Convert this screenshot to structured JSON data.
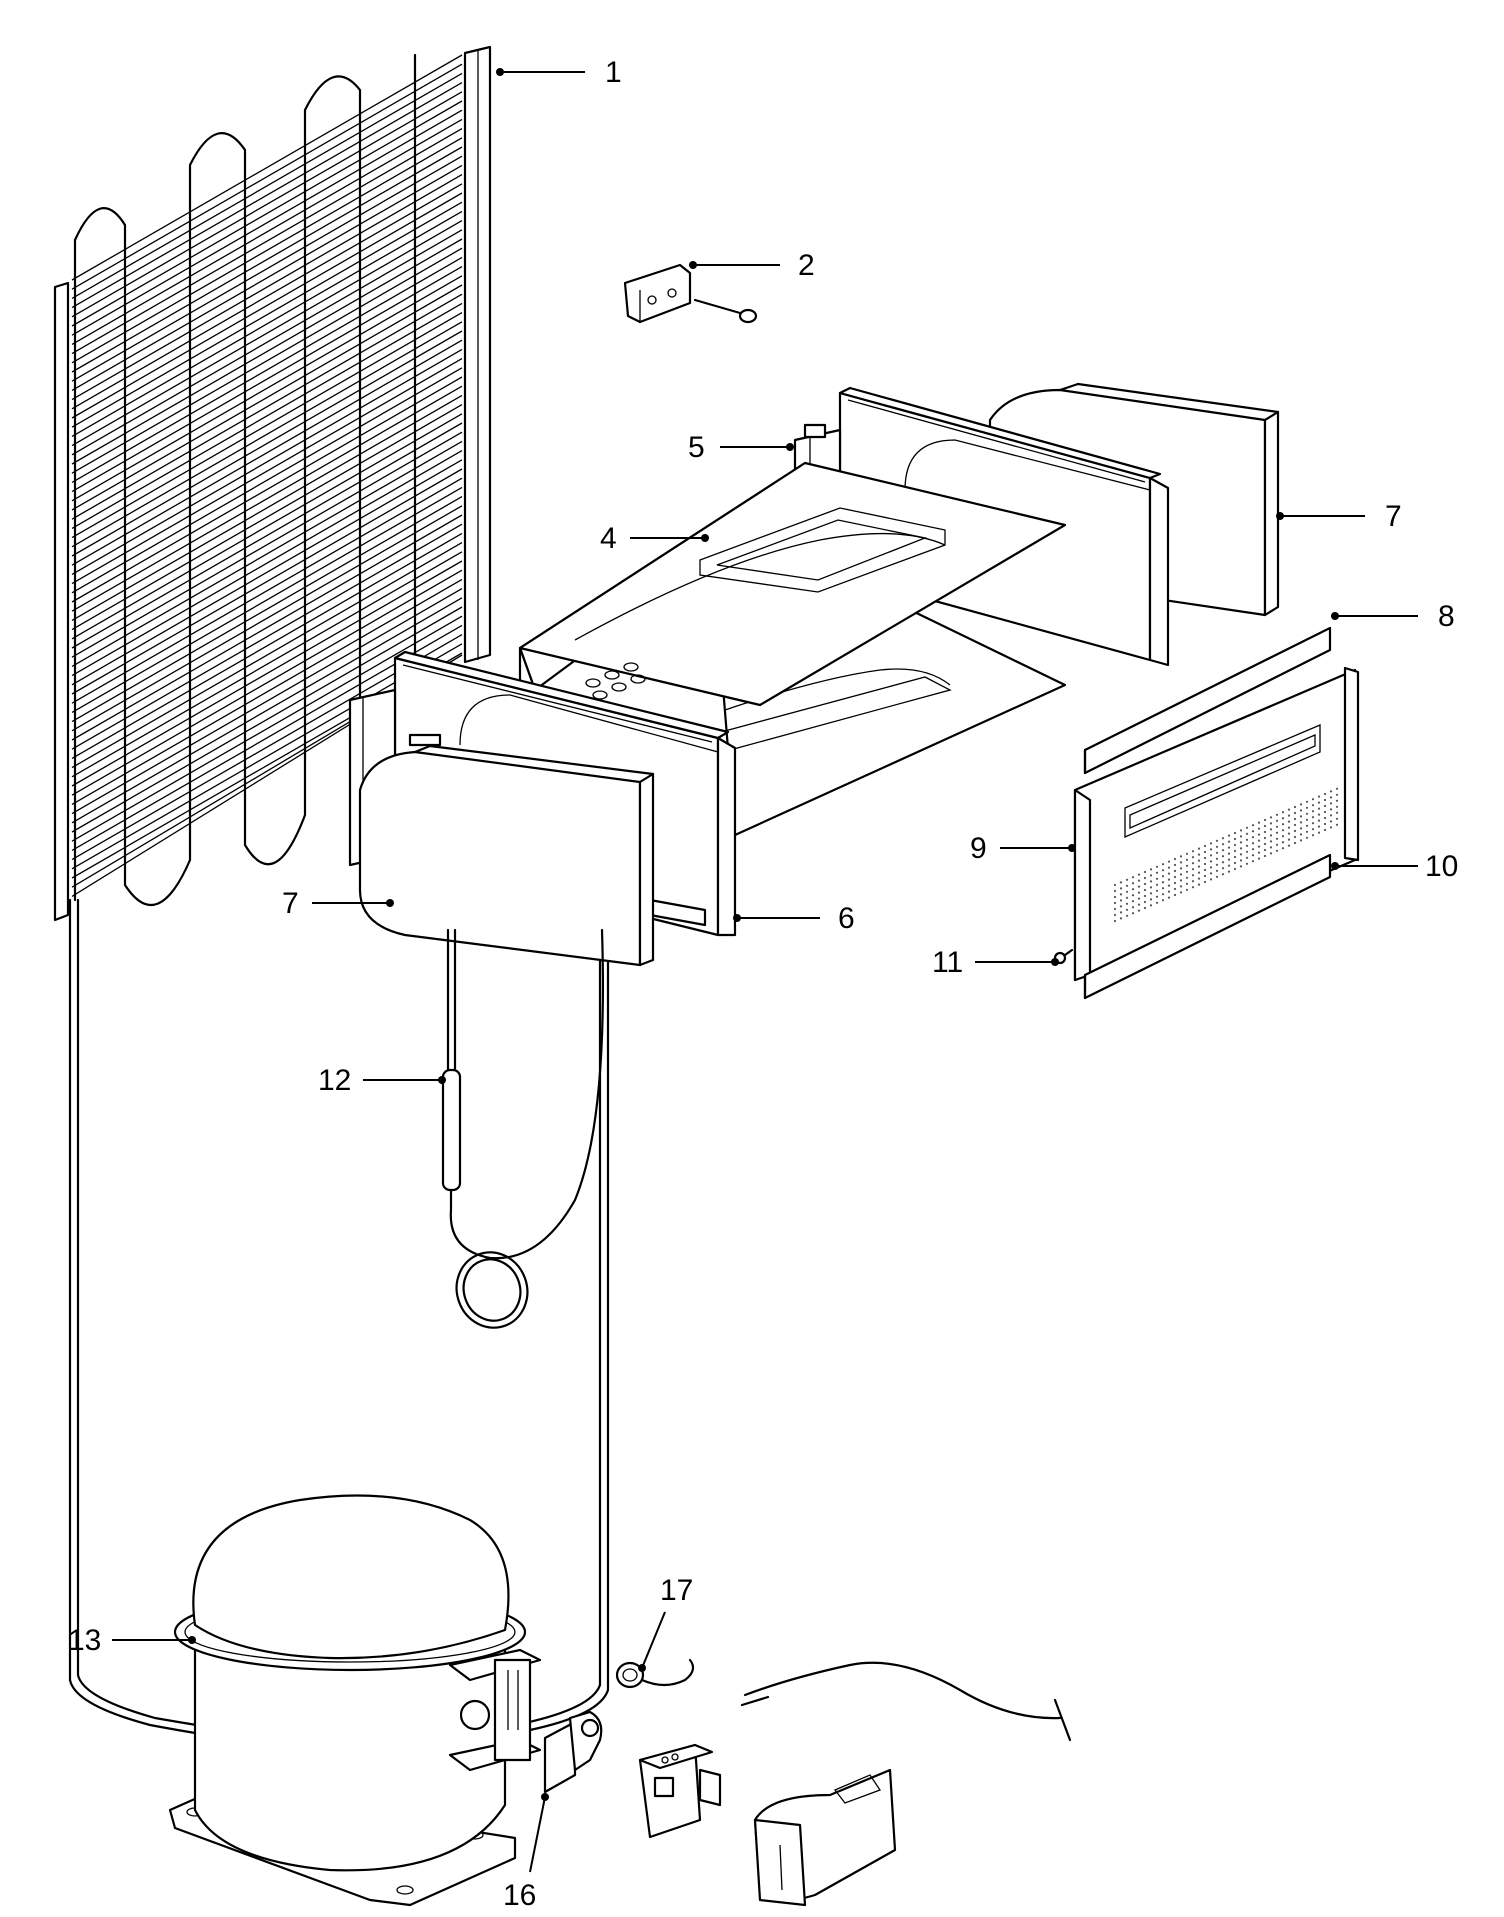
{
  "parts": [
    {
      "id": "p1",
      "label": "1",
      "name": "condenser"
    },
    {
      "id": "p2",
      "label": "2",
      "name": "bracket"
    },
    {
      "id": "p4",
      "label": "4",
      "name": "evaporator-plate"
    },
    {
      "id": "p5",
      "label": "5",
      "name": "evaporator-frame-rear"
    },
    {
      "id": "p6",
      "label": "6",
      "name": "evaporator-frame-front"
    },
    {
      "id": "p7a",
      "label": "7",
      "name": "cover-rear"
    },
    {
      "id": "p7b",
      "label": "7",
      "name": "cover-front"
    },
    {
      "id": "p8",
      "label": "8",
      "name": "upper-strip"
    },
    {
      "id": "p9",
      "label": "9",
      "name": "door-panel"
    },
    {
      "id": "p10",
      "label": "10",
      "name": "lower-strip"
    },
    {
      "id": "p11",
      "label": "11",
      "name": "screw"
    },
    {
      "id": "p12",
      "label": "12",
      "name": "drier"
    },
    {
      "id": "p13",
      "label": "13",
      "name": "compressor"
    },
    {
      "id": "p16",
      "label": "16",
      "name": "relay"
    },
    {
      "id": "p17",
      "label": "17",
      "name": "overload-protector"
    }
  ]
}
